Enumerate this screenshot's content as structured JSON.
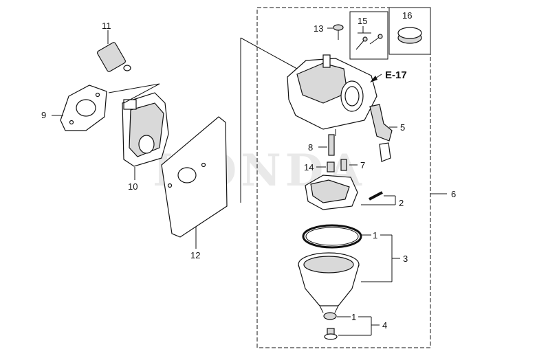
{
  "watermark": "HONDA",
  "callouts": {
    "c1a": "1",
    "c1b": "1",
    "c2": "2",
    "c3": "3",
    "c4": "4",
    "c5": "5",
    "c6": "6",
    "c7": "7",
    "c8": "8",
    "c9": "9",
    "c10": "10",
    "c11": "11",
    "c12": "12",
    "c13": "13",
    "c14": "14",
    "c15": "15",
    "c16": "16"
  },
  "reference_label": "E-17"
}
